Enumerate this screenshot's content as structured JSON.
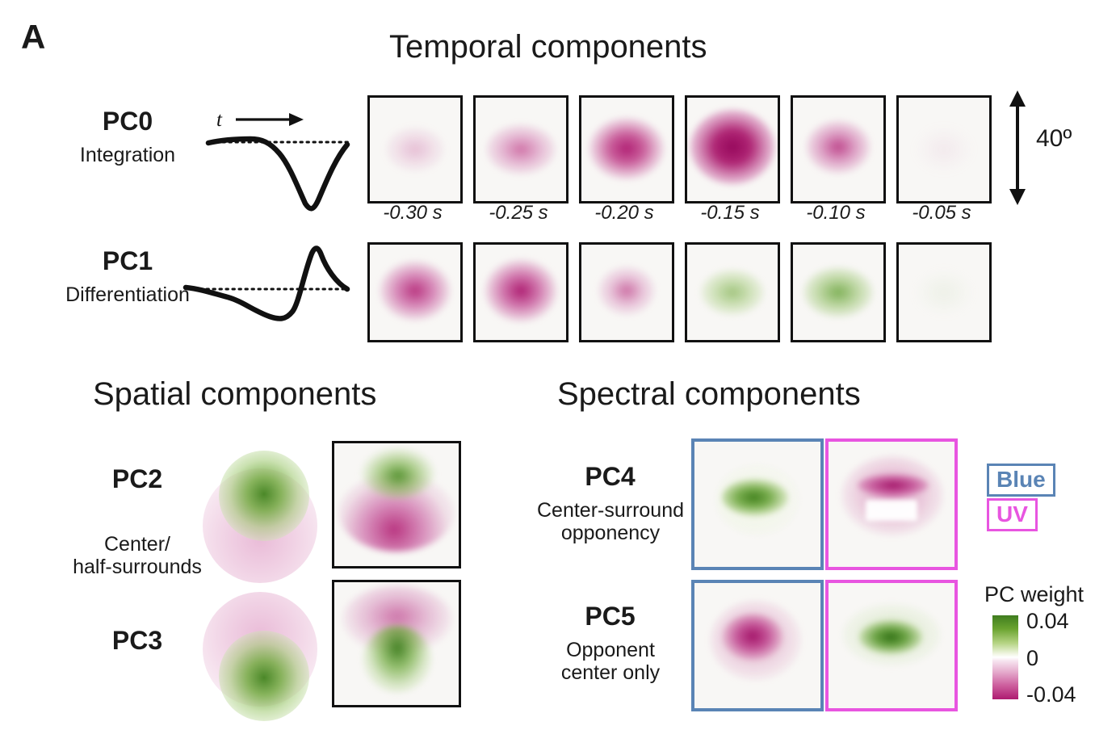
{
  "panel": {
    "letter": "A"
  },
  "sections": {
    "temporal": {
      "title": "Temporal components"
    },
    "spatial": {
      "title": "Spatial components"
    },
    "spectral": {
      "title": "Spectral components"
    }
  },
  "time_axis": {
    "label": "t"
  },
  "scale_bar": {
    "label": "40º"
  },
  "rows": {
    "pc0": {
      "name": "PC0",
      "desc": "Integration"
    },
    "pc1": {
      "name": "PC1",
      "desc": "Differentiation"
    },
    "pc2": {
      "name": "PC2",
      "desc": ""
    },
    "pc3": {
      "name": "PC3",
      "desc": ""
    },
    "pc23_desc": "Center/\nhalf-surrounds",
    "pc4": {
      "name": "PC4",
      "desc": "Center-surround\nopponency"
    },
    "pc5": {
      "name": "PC5",
      "desc": "Opponent\ncenter only"
    }
  },
  "time_captions": [
    "-0.30 s",
    "-0.25 s",
    "-0.20 s",
    "-0.15 s",
    "-0.10 s",
    "-0.05 s"
  ],
  "legend": {
    "blue": "Blue",
    "uv": "UV",
    "blue_color": "#5a84b5",
    "uv_color": "#e855e0"
  },
  "colorbar": {
    "title": "PC weight",
    "max": "0.04",
    "mid": "0",
    "min": "-0.04",
    "positive_color": "#3f7d1f",
    "negative_color": "#ae1b70",
    "zero_color": "#ffffff"
  },
  "chart_data": {
    "type": "heatmap",
    "title": "Principal components of receptive fields",
    "colormap": {
      "name": "PiYG-like",
      "vmin": -0.04,
      "vmax": 0.04,
      "neg": "#ae1b70",
      "zero": "#ffffff",
      "pos": "#3f7d1f",
      "label": "PC weight"
    },
    "spatial_extent_deg": 40,
    "time_points_s": [
      -0.3,
      -0.25,
      -0.2,
      -0.15,
      -0.1,
      -0.05
    ],
    "components": [
      {
        "id": "PC0",
        "group": "temporal",
        "label": "Integration",
        "temporal_kernel": [
          0.02,
          0.03,
          0.02,
          -0.02,
          -0.25,
          -0.85,
          -0.95,
          -0.35,
          -0.05
        ],
        "frames_peak_weight": [
          -0.006,
          -0.016,
          -0.03,
          -0.04,
          -0.018,
          -0.002
        ]
      },
      {
        "id": "PC1",
        "group": "temporal",
        "label": "Differentiation",
        "temporal_kernel": [
          0.0,
          -0.05,
          -0.18,
          -0.42,
          -0.52,
          -0.3,
          0.85,
          0.95,
          0.1
        ],
        "frames_peak_weight": [
          -0.032,
          -0.036,
          -0.016,
          0.02,
          0.026,
          0.002
        ]
      },
      {
        "id": "PC2",
        "group": "spatial",
        "label": "Center/half-surrounds",
        "schematic": {
          "surround": "magenta-disc",
          "center": "green-blob",
          "center_offset": "top"
        },
        "map_peak_positive": 0.035,
        "map_peak_negative": -0.04
      },
      {
        "id": "PC3",
        "group": "spatial",
        "label": "Center/half-surrounds",
        "schematic": {
          "surround": "magenta-disc",
          "center": "green-blob",
          "center_offset": "bottom"
        },
        "map_peak_positive": 0.038,
        "map_peak_negative": -0.03
      },
      {
        "id": "PC4",
        "group": "spectral",
        "label": "Center-surround opponency",
        "channels": [
          {
            "name": "Blue",
            "peak_weight": 0.04
          },
          {
            "name": "UV",
            "peak_weight": -0.038
          }
        ]
      },
      {
        "id": "PC5",
        "group": "spectral",
        "label": "Opponent center only",
        "channels": [
          {
            "name": "Blue",
            "peak_weight": -0.04
          },
          {
            "name": "UV",
            "peak_weight": 0.04
          }
        ]
      }
    ]
  }
}
